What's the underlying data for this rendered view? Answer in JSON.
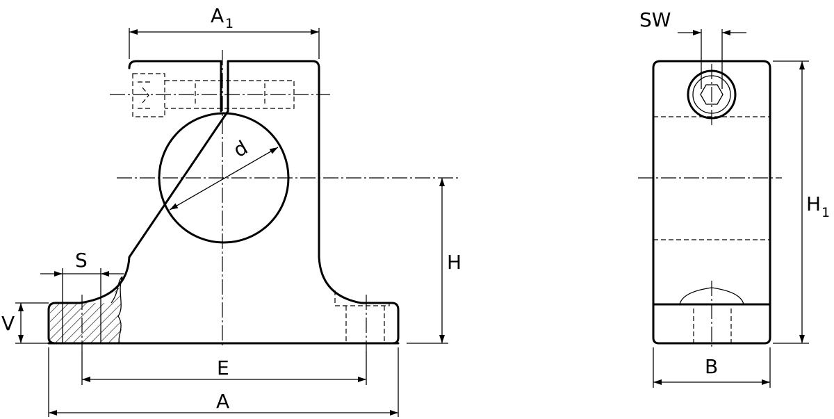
{
  "labels": {
    "A1": "A",
    "A1_sub": "1",
    "d": "d",
    "S": "S",
    "V": "V",
    "H": "H",
    "E": "E",
    "A": "A",
    "SW": "SW",
    "H1": "H",
    "H1_sub": "1",
    "B": "B"
  }
}
